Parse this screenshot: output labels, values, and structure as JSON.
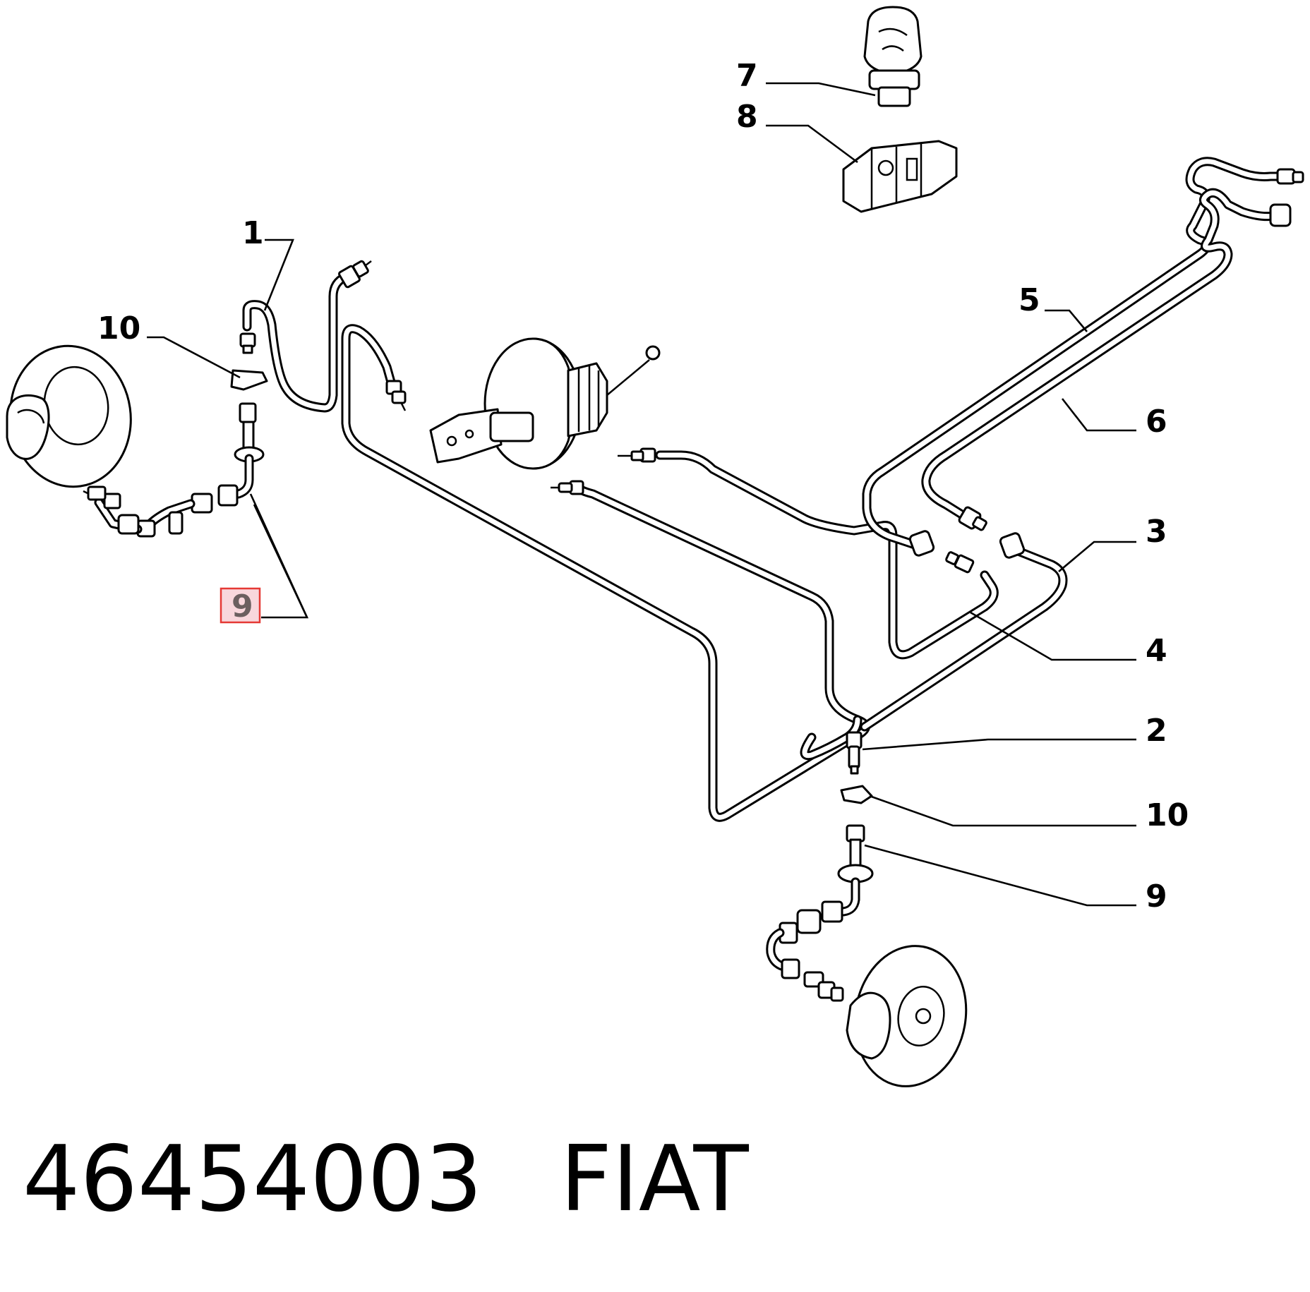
{
  "callouts": {
    "c1": "1",
    "c2": "2",
    "c3": "3",
    "c4": "4",
    "c5": "5",
    "c6": "6",
    "c7": "7",
    "c8": "8",
    "c9_left": "9",
    "c9_right": "9",
    "c10_left": "10",
    "c10_right": "10"
  },
  "highlight": {
    "border_color": "#e53935",
    "fill_color": "#f8d7dc"
  },
  "footer": {
    "part_number": "46454003",
    "brand": "FIAT"
  }
}
